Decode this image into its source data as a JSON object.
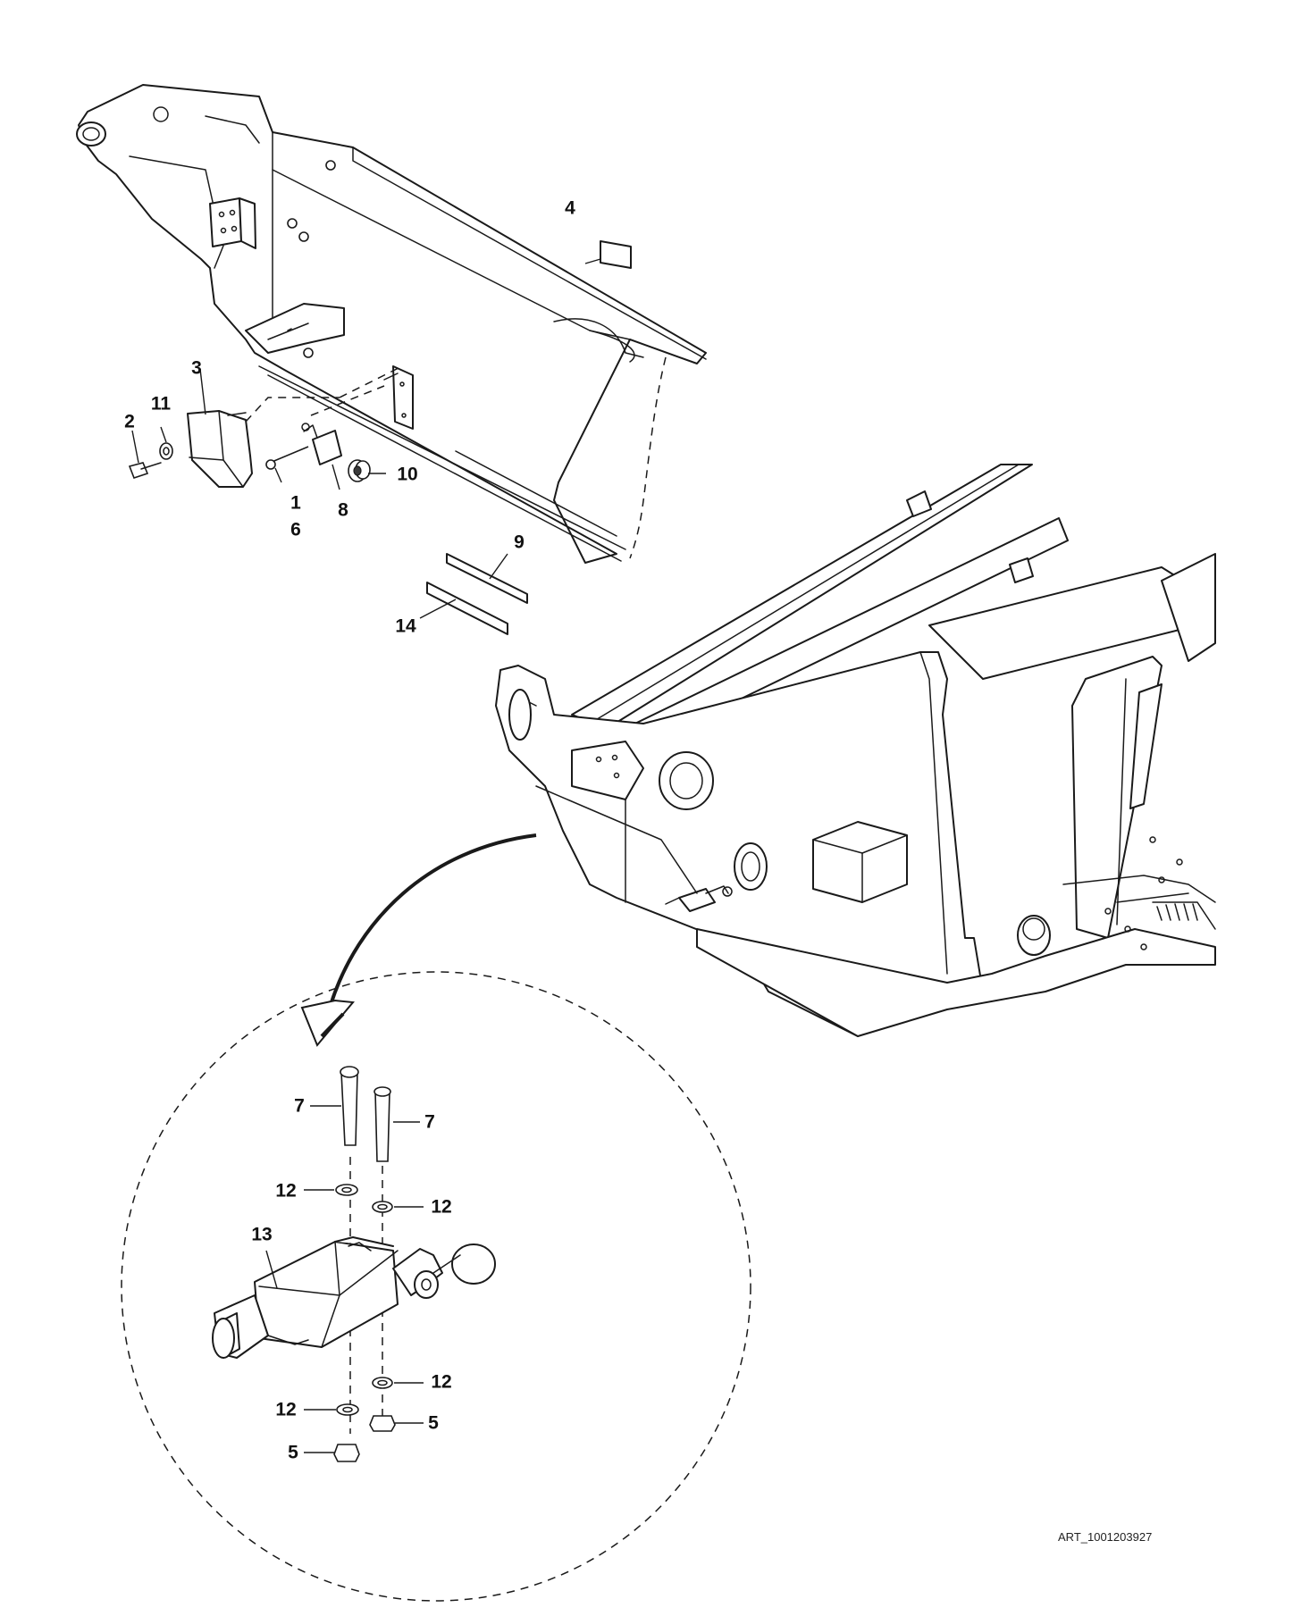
{
  "callouts": {
    "c4": "4",
    "c3": "3",
    "c2": "2",
    "c11": "11",
    "c1": "1",
    "c6": "6",
    "c8": "8",
    "c10": "10",
    "c9": "9",
    "c14": "14",
    "c7a": "7",
    "c7b": "7",
    "c12a": "12",
    "c12b": "12",
    "c13": "13",
    "c12c": "12",
    "c12d": "12",
    "c5a": "5",
    "c5b": "5"
  },
  "art_reference": "ART_1001203927"
}
